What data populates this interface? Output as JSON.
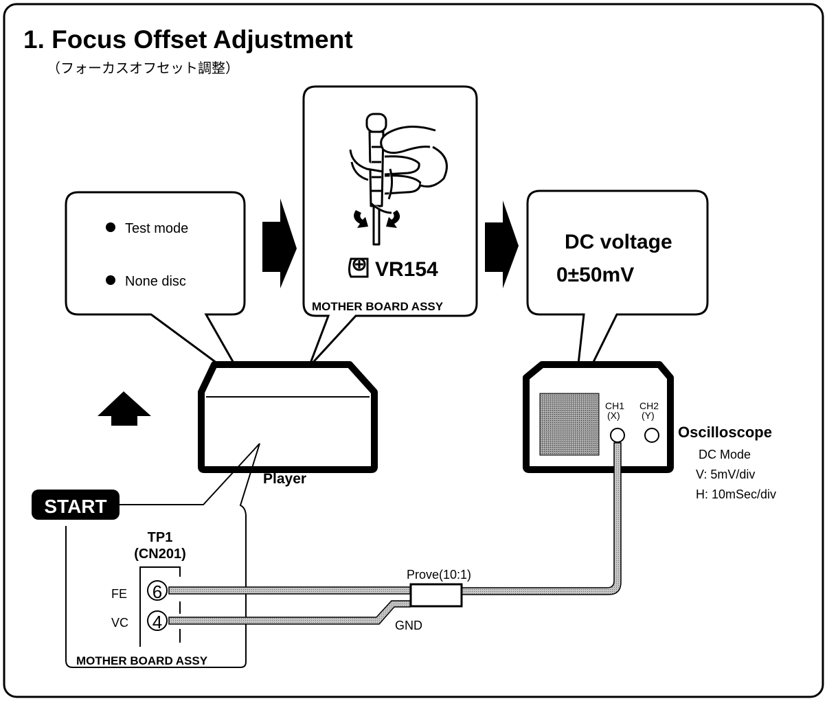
{
  "title": "1. Focus Offset Adjustment",
  "subtitle": "（フォーカスオフセット調整）",
  "start_label": "START",
  "step1": {
    "items": [
      "Test mode",
      "None disc"
    ]
  },
  "step2": {
    "vr_label": "VR154",
    "board_label": "MOTHER BOARD ASSY"
  },
  "step3": {
    "line1": "DC voltage",
    "line2": "0±50mV"
  },
  "player_label": "Player",
  "oscilloscope": {
    "name": "Oscilloscope",
    "ch1": "CH1",
    "ch1_axis": "(X)",
    "ch2": "CH2",
    "ch2_axis": "(Y)",
    "settings": [
      "DC Mode",
      "V: 5mV/div",
      "H: 10mSec/div"
    ]
  },
  "test_point": {
    "name": "TP1",
    "connector": "(CN201)",
    "pins": [
      {
        "label": "FE",
        "number": "6"
      },
      {
        "label": "VC",
        "number": "4"
      }
    ],
    "board_label": "MOTHER BOARD ASSY"
  },
  "probe": {
    "label": "Prove(10:1)",
    "gnd": "GND"
  }
}
